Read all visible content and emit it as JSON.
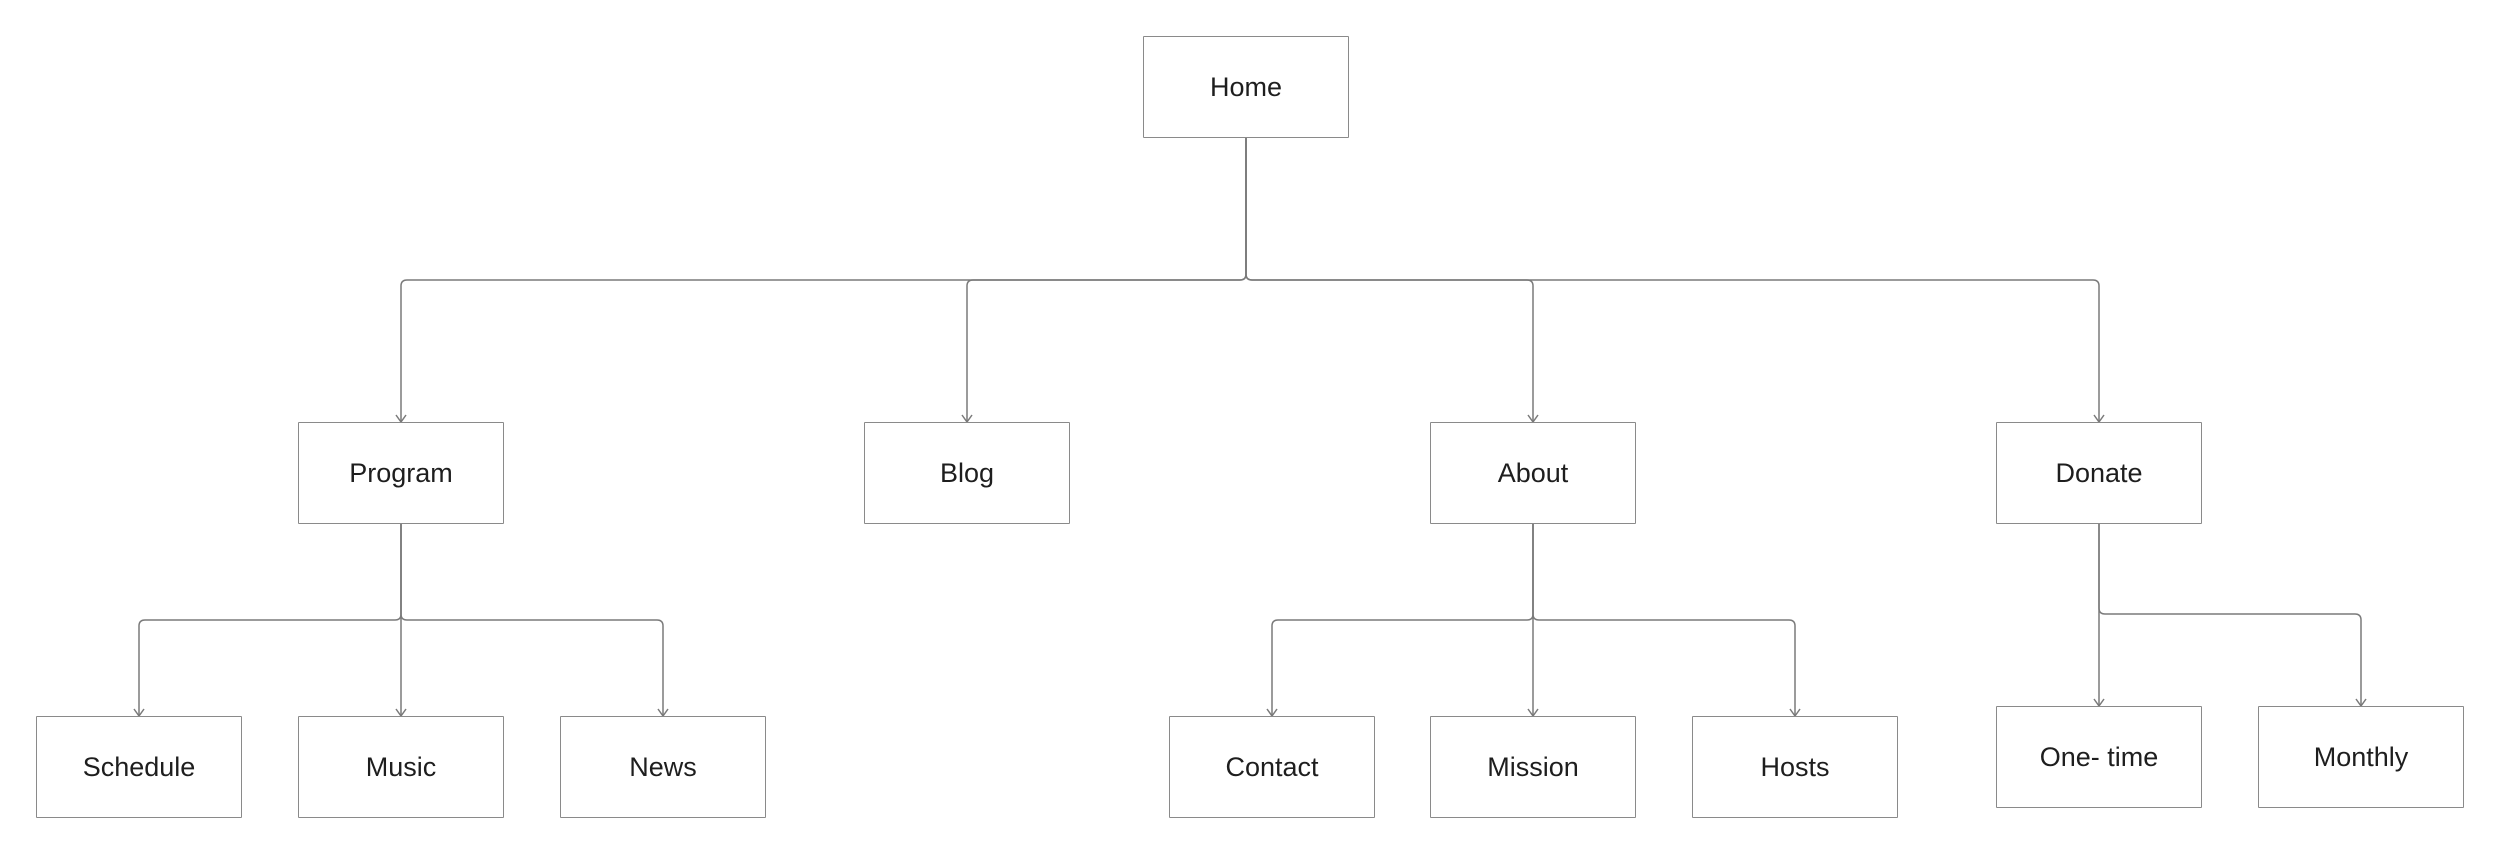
{
  "diagram": {
    "colors": {
      "line": "#7a7a7a",
      "border": "#8a8a8a",
      "text": "#1e1e1e",
      "background": "#ffffff"
    },
    "nodes": {
      "home": "Home",
      "program": "Program",
      "blog": "Blog",
      "about": "About",
      "donate": "Donate",
      "schedule": "Schedule",
      "music": "Music",
      "news": "News",
      "contact": "Contact",
      "mission": "Mission",
      "hosts": "Hosts",
      "one_time": "One- time",
      "monthly": "Monthly"
    },
    "edges": [
      [
        "home",
        "program"
      ],
      [
        "home",
        "blog"
      ],
      [
        "home",
        "about"
      ],
      [
        "home",
        "donate"
      ],
      [
        "program",
        "schedule"
      ],
      [
        "program",
        "music"
      ],
      [
        "program",
        "news"
      ],
      [
        "about",
        "contact"
      ],
      [
        "about",
        "mission"
      ],
      [
        "about",
        "hosts"
      ],
      [
        "donate",
        "one_time"
      ],
      [
        "donate",
        "monthly"
      ]
    ]
  }
}
